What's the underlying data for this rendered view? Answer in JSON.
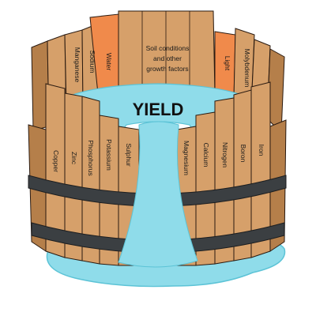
{
  "yield_label": "YIELD",
  "colors": {
    "wood": "#d6a06a",
    "wood_dark": "#b57f4a",
    "limiting": "#f08a4b",
    "water": "#8fdcea",
    "water_edge": "#5cc3d6",
    "hoop": "#3b3f42",
    "outline": "#2a1a10"
  },
  "center_text": [
    "Soil conditions",
    "and other",
    "growth factors"
  ],
  "back_staves": [
    {
      "label": "Manganese"
    },
    {
      "label": "Sodium"
    },
    {
      "label": "Water",
      "highlight": true
    },
    {
      "label": "Light",
      "highlight": true
    },
    {
      "label": "Molybdenum"
    }
  ],
  "front_staves": [
    {
      "label": "Copper"
    },
    {
      "label": "Zinc"
    },
    {
      "label": "Phosphorus"
    },
    {
      "label": "Potassium"
    },
    {
      "label": "Sulphur"
    },
    {
      "label": "Magnesium"
    },
    {
      "label": "Calcium"
    },
    {
      "label": "Nitrogen"
    },
    {
      "label": "Boron"
    },
    {
      "label": "Iron"
    }
  ]
}
